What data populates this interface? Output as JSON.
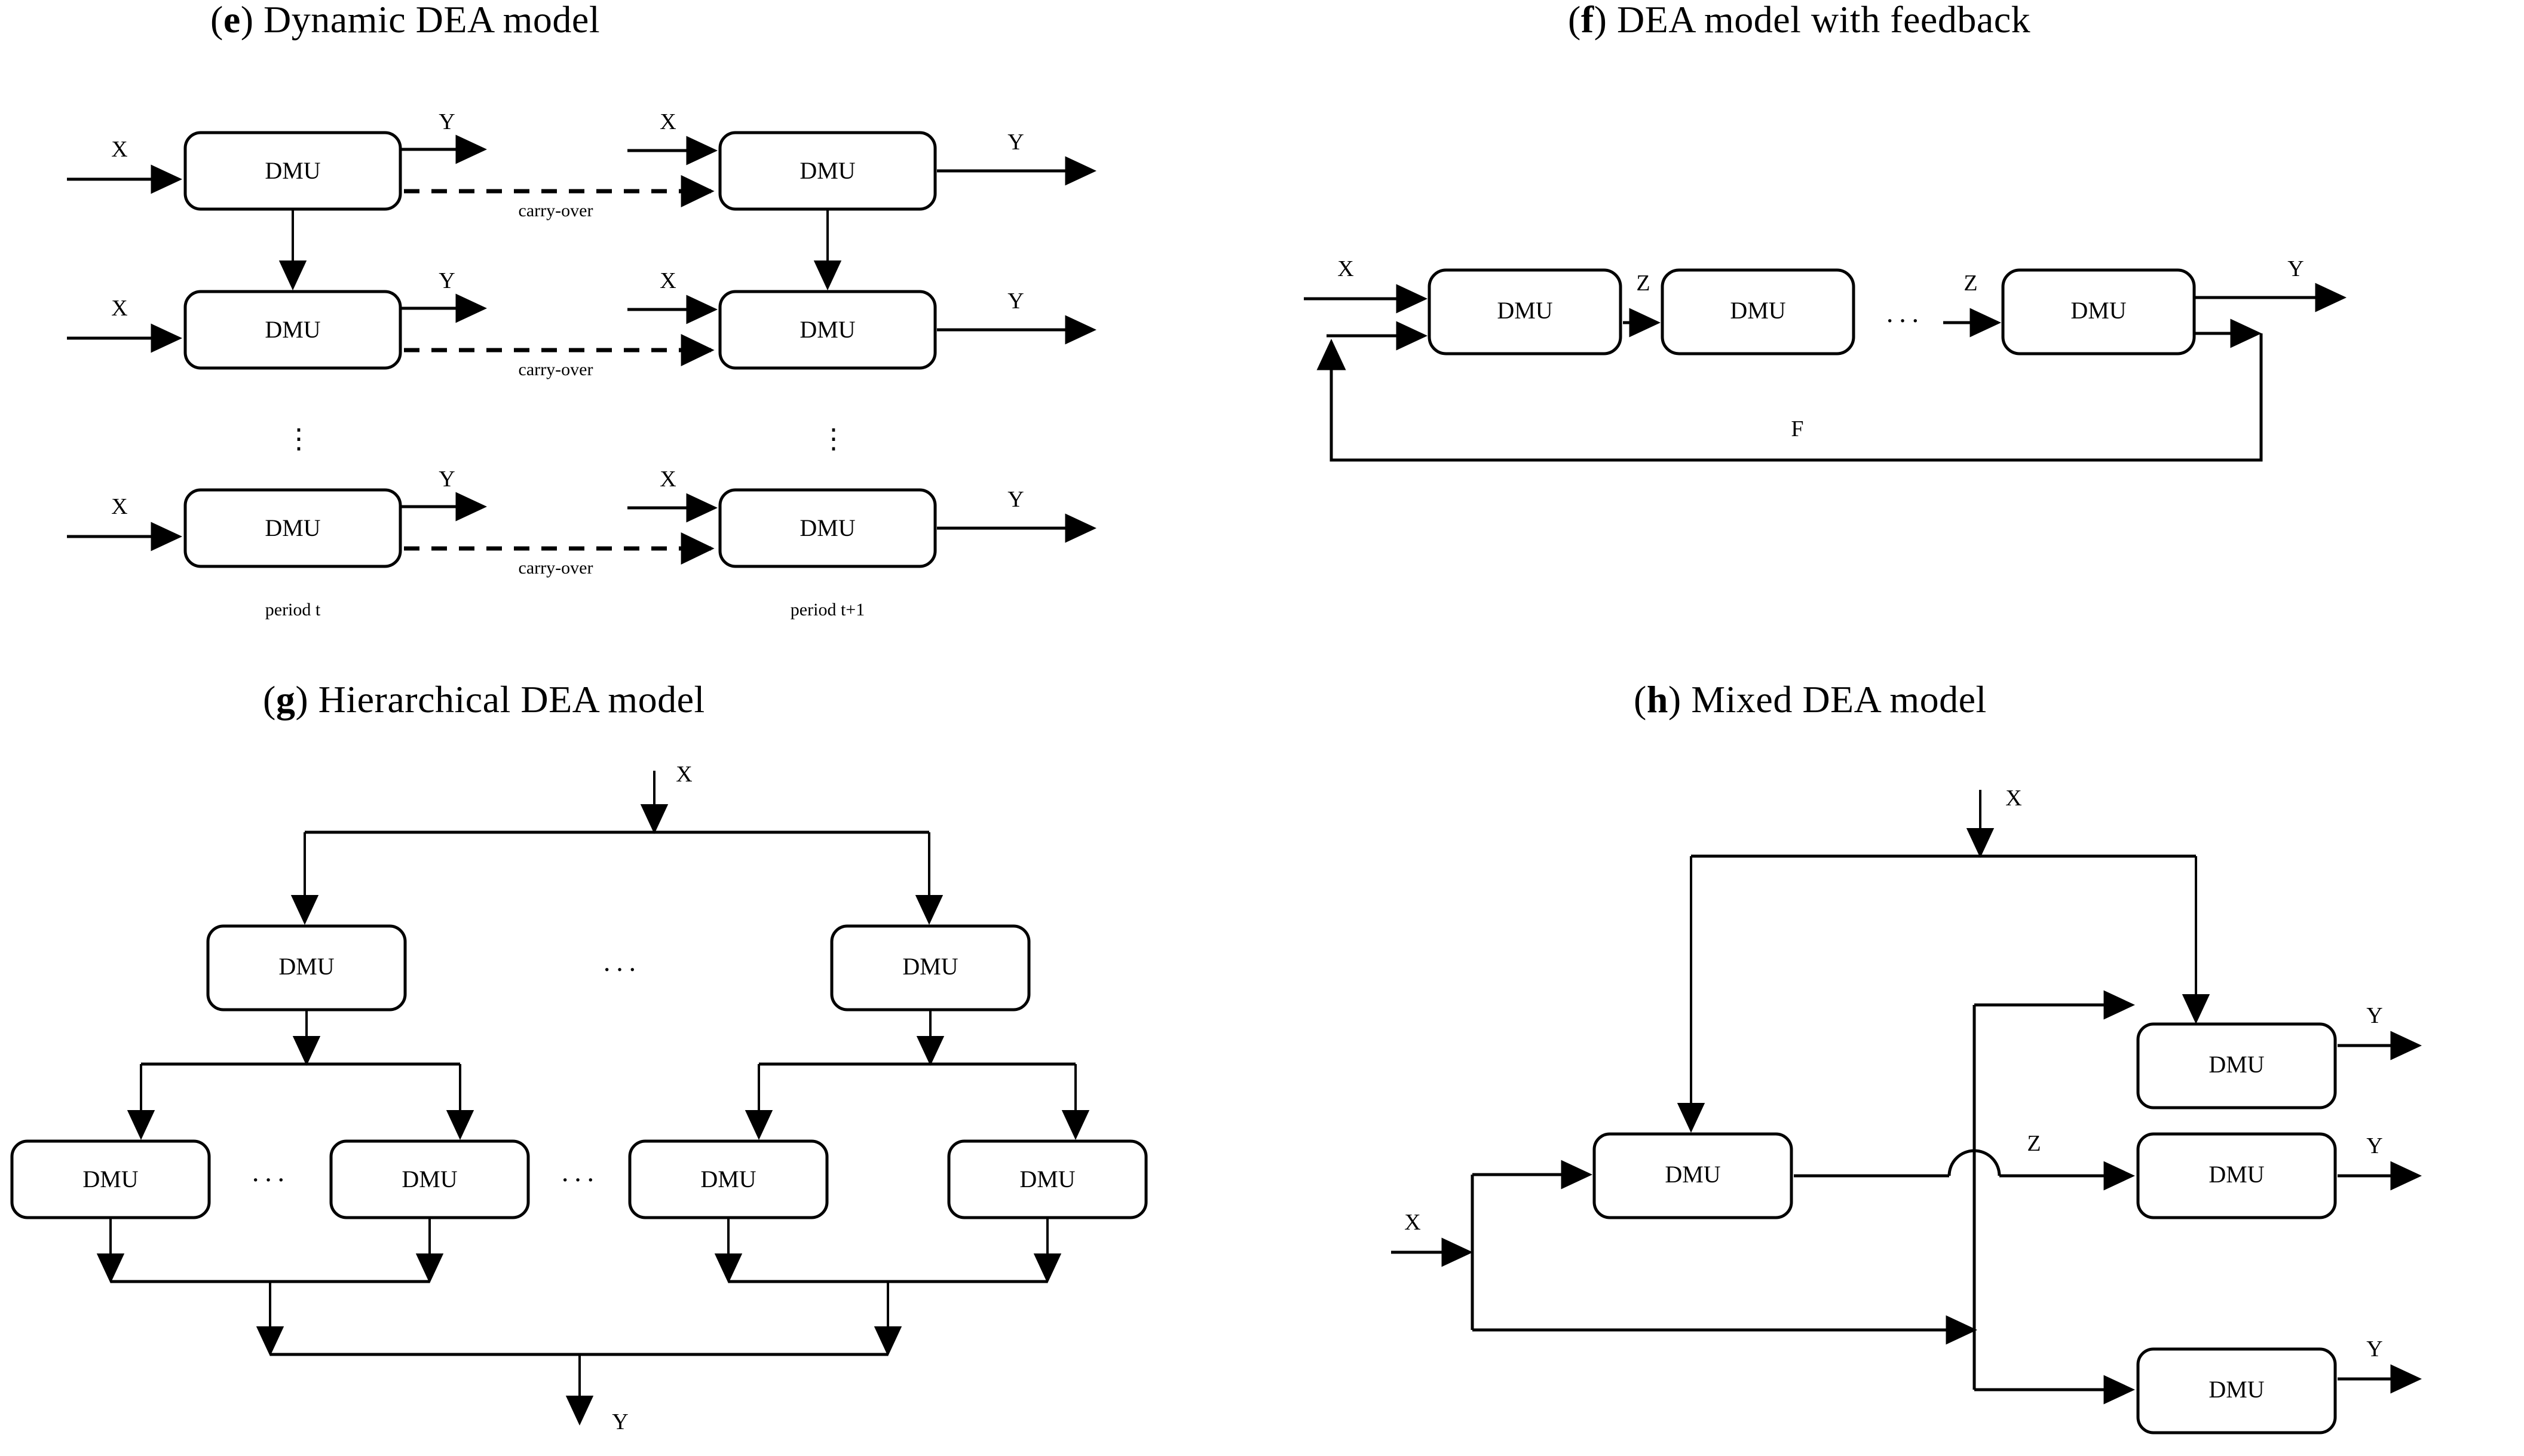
{
  "figure": {
    "kind": "DEA network model schematic set",
    "node_label": "DMU",
    "panels": [
      {
        "id": "e",
        "tag": "e",
        "title": "Dynamic DEA model",
        "title_full": "(e) Dynamic DEA model",
        "description": "Two period columns of three DMUs each; each DMU takes input X, emits output Y, passes a dashed carry-over link to the corresponding DMU of the next period, and a vertical link to the DMU below.",
        "columns": [
          {
            "name": "period t",
            "caption": "period t",
            "dmu_count": 3
          },
          {
            "name": "period t+1",
            "caption": "period t+1",
            "dmu_count": 3
          }
        ],
        "input_label": "X",
        "output_label": "Y",
        "link_label": "carry-over",
        "carryover_count": 3,
        "ellipsis": "⋮"
      },
      {
        "id": "f",
        "tag": "f",
        "title": "DEA model with feedback",
        "title_full": "(f) DEA model with feedback",
        "description": "Three DMUs chained in series by intermediate products Z, with the final output looping back as feedback F into the first DMU.",
        "input_label": "X",
        "output_label": "Y",
        "intermediate_label": "Z",
        "feedback_label": "F",
        "dmu_count": 3,
        "intermediate_count": 2,
        "ellipsis": "…"
      },
      {
        "id": "g",
        "tag": "g",
        "title": "Hierarchical DEA model",
        "title_full": "(g) Hierarchical DEA model",
        "description": "Input X splits to two parent DMUs; each parent splits to two child DMUs; all children merge into a single output Y.",
        "input_label": "X",
        "output_label": "Y",
        "level1_count": 2,
        "level2_count": 4,
        "ellipsis": "…"
      },
      {
        "id": "h",
        "tag": "h",
        "title": "Mixed DEA model",
        "title_full": "(h) Mixed DEA model",
        "description": "Input X branches to a first-stage DMU and directly to a shared bus; a second X enters the first DMU and bypasses it; intermediate Z from the first DMU feeds three parallel DMUs, each producing output Y.",
        "input_label": "X",
        "output_label": "Y",
        "intermediate_label": "Z",
        "stage1_count": 1,
        "stage2_count": 3
      }
    ]
  },
  "colors": {
    "stroke": "#000000",
    "background": "#ffffff",
    "text": "#000000"
  },
  "labels": {
    "dmu": "DMU",
    "x": "X",
    "y": "Y",
    "z": "Z",
    "f": "F",
    "carry_over": "carry-over",
    "period_t": "period t",
    "period_t1": "period t+1",
    "h_dots": "···",
    "v_dots": "⋮"
  }
}
